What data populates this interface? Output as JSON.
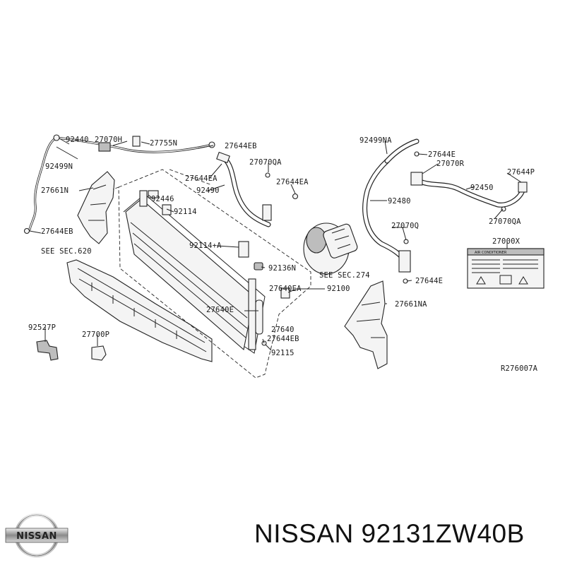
{
  "labels": {
    "p92440": "92440",
    "p27070H": "27070H",
    "p27755N": "27755N",
    "p27644EB_top": "27644EB",
    "p92499N": "92499N",
    "p27644EA_a": "27644EA",
    "p27070QA_a": "27070QA",
    "p27644EA_b": "27644EA",
    "p92490": "92490",
    "p27661N": "27661N",
    "p92446": "92446",
    "p92114": "92114",
    "p27644EB_left": "27644EB",
    "see620": "SEE SEC.620",
    "p92114A": "92114+A",
    "p92136N": "92136N",
    "p27640EA": "27640EA",
    "p92100": "92100",
    "p27640E": "27640E",
    "p27640": "27640",
    "p27644EB_bot": "27644EB",
    "p92115": "92115",
    "p92527P": "92527P",
    "p27700P": "27700P",
    "see274": "SEE SEC.274",
    "p92499NA": "92499NA",
    "p27644E_a": "27644E",
    "p27070R": "27070R",
    "p27644P": "27644P",
    "p92480": "92480",
    "p92450": "92450",
    "p27070QA_b": "27070QA",
    "p27070Q": "27070Q",
    "p27000X": "27000X",
    "p27644E_b": "27644E",
    "p27661NA": "27661NA",
    "ref": "R276007A",
    "warn_title": "AIR CONDITIONER"
  },
  "footer": {
    "part_text": "NISSAN 92131ZW40B",
    "logo_text": "NISSAN"
  }
}
